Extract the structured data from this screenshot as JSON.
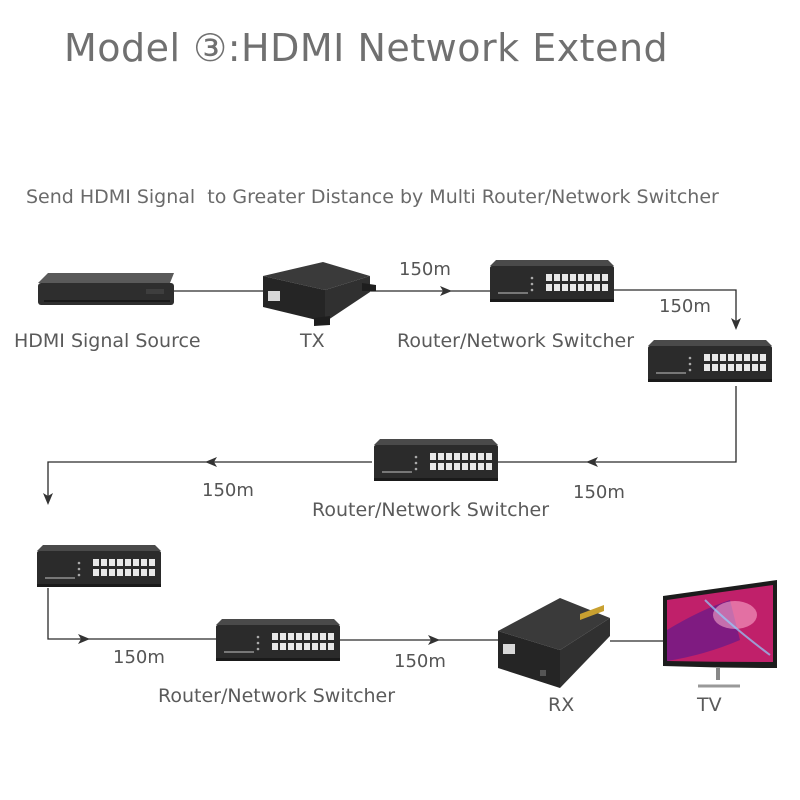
{
  "title": "Model ③:HDMI Network Extend",
  "subtitle": "Send HDMI Signal  to Greater Distance by Multi Router/Network Switcher",
  "devices": {
    "source": "HDMI Signal Source",
    "tx": "TX",
    "switch_1": "Router/Network Switcher",
    "switch_3": "Router/Network Switcher",
    "switch_5": "Router/Network Switcher",
    "rx": "RX",
    "tv": "TV"
  },
  "distances": [
    "150m",
    "150m",
    "150m",
    "150m",
    "150m",
    "150m"
  ],
  "colors": {
    "text": "#6a6a6a",
    "device": "#2b2b2b",
    "port": "#e8e8e8",
    "tv_screen": "#c0206a"
  }
}
